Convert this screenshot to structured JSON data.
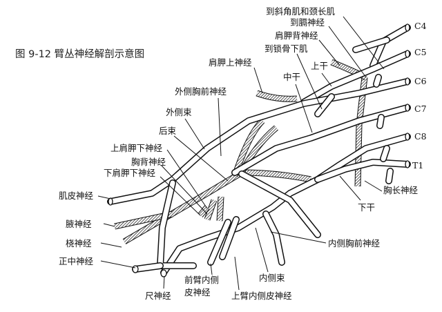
{
  "figure": {
    "title": "图 9-12   臂丛神经解剖示意图"
  },
  "roots": [
    "C4",
    "C5",
    "C6",
    "C7",
    "C8",
    "T1"
  ],
  "labels": {
    "to_scalene_longus": "到斜角肌和颈长肌",
    "to_phrenic": "到膈神经",
    "dorsal_scapular": "肩胛背神经",
    "to_subclavius": "到锁骨下肌",
    "suprascapular": "肩胛上神经",
    "upper_trunk": "上干",
    "middle_trunk": "中干",
    "lateral_pectoral": "外侧胸前神经",
    "lateral_cord": "外侧束",
    "posterior_cord": "后束",
    "upper_subscapular": "上肩胛下神经",
    "thoracodorsal": "胸背神经",
    "lower_subscapular": "下肩胛下神经",
    "musculocutaneous": "肌皮神经",
    "axillary": "腋神经",
    "radial": "桡神经",
    "median": "正中神经",
    "ulnar": "尺神经",
    "medial_antebrachial_1": "前臂内侧",
    "medial_antebrachial_2": "皮神经",
    "medial_brachial": "上臂内侧皮神经",
    "medial_cord": "内侧束",
    "medial_pectoral": "内侧胸前神经",
    "lower_trunk": "下干",
    "long_thoracic": "胸长神经"
  }
}
